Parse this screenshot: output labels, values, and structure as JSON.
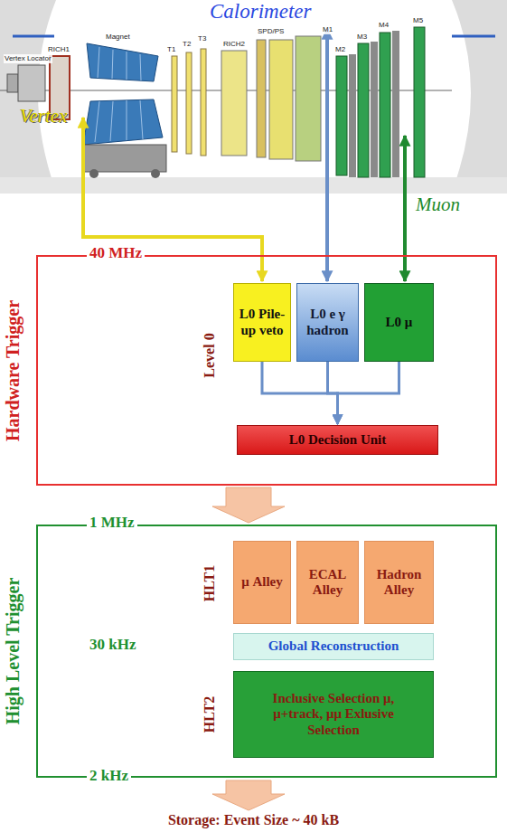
{
  "diagram": {
    "nodes": [
      {
        "text": [
          "Hardware Trigger",
          "40 MHz",
          "Level 0"
        ]
      },
      {
        "text": [
          "L0 Pile-up veto"
        ],
        "in": 0
      },
      {
        "text": [
          "L0 e γ hadron"
        ],
        "in": 0
      },
      {
        "text": [
          "L0 μ"
        ],
        "in": 0
      },
      {
        "text": [
          "L0 Decision Unit"
        ],
        "in": 0
      },
      {
        "text": [
          "High Level Trigger",
          "1 MHz",
          "HLT1",
          "30 kHz",
          "HLT2",
          "2 kHz"
        ]
      },
      {
        "text": [
          "μ Alley"
        ],
        "in": 5
      },
      {
        "text": [
          "ECAL Alley"
        ],
        "in": 5
      },
      {
        "text": [
          "Hadron Alley"
        ],
        "in": 5
      },
      {
        "text": [
          "Global Reconstruction"
        ],
        "in": 5
      },
      {
        "text": [
          "Inclusive Selection μ, μ+track, μμ Exlusive Selection"
        ],
        "in": 5
      }
    ],
    "edges": [
      {
        "from": 1,
        "to": 4,
        "arrow": "to"
      },
      {
        "from": 2,
        "to": 4,
        "arrow": "to"
      },
      {
        "from": 3,
        "to": 4,
        "arrow": "to"
      },
      {
        "from": 0,
        "to": 5,
        "arrow": "to"
      }
    ],
    "labels": [
      "Calorimeter",
      "Vertex Locator",
      "RICH1",
      "Magnet",
      "T1",
      "T2",
      "T3",
      "RICH2",
      "M1",
      "SPD/PS",
      "M2",
      "M3",
      "M4",
      "M5",
      "Vertex",
      "Muon",
      "Storage: Event Size ~ 40 kB"
    ]
  }
}
